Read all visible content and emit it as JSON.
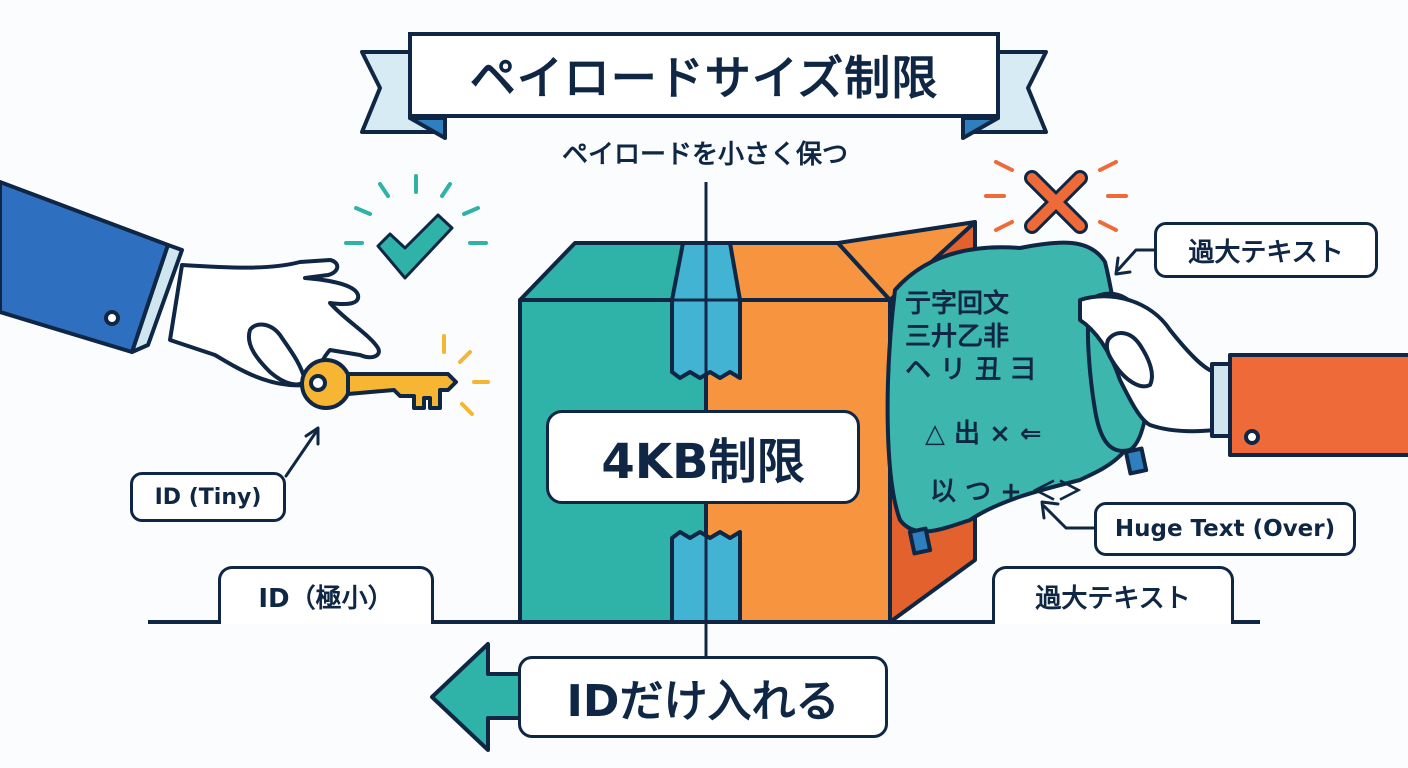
{
  "title": "ペイロードサイズ制限",
  "subtitle": "ペイロードを小さく保つ",
  "box": {
    "limit_label": "4KB制限",
    "colors": {
      "left": "#2fb3a8",
      "right": "#f7943f",
      "side": "#e2612c",
      "tape": "#43b3d3",
      "outline": "#0f2744"
    }
  },
  "left_side": {
    "callout": "ID (Tiny)",
    "ground_label": "ID（極小）",
    "status_icon": "check-icon",
    "status_color": "#2fb3a8",
    "sleeve_color": "#2f6fbf",
    "key_color": "#f6b533"
  },
  "right_side": {
    "callout_top": "過大テキスト",
    "callout_bottom": "Huge Text (Over)",
    "ground_label": "過大テキスト",
    "status_icon": "x-icon",
    "status_color": "#ee6a38",
    "sleeve_color": "#ee6a38",
    "cloth_color": "#3db7ad"
  },
  "action": {
    "label": "IDだけ入れる",
    "arrow_icon": "arrow-left-icon",
    "arrow_color": "#2fb3a8"
  }
}
